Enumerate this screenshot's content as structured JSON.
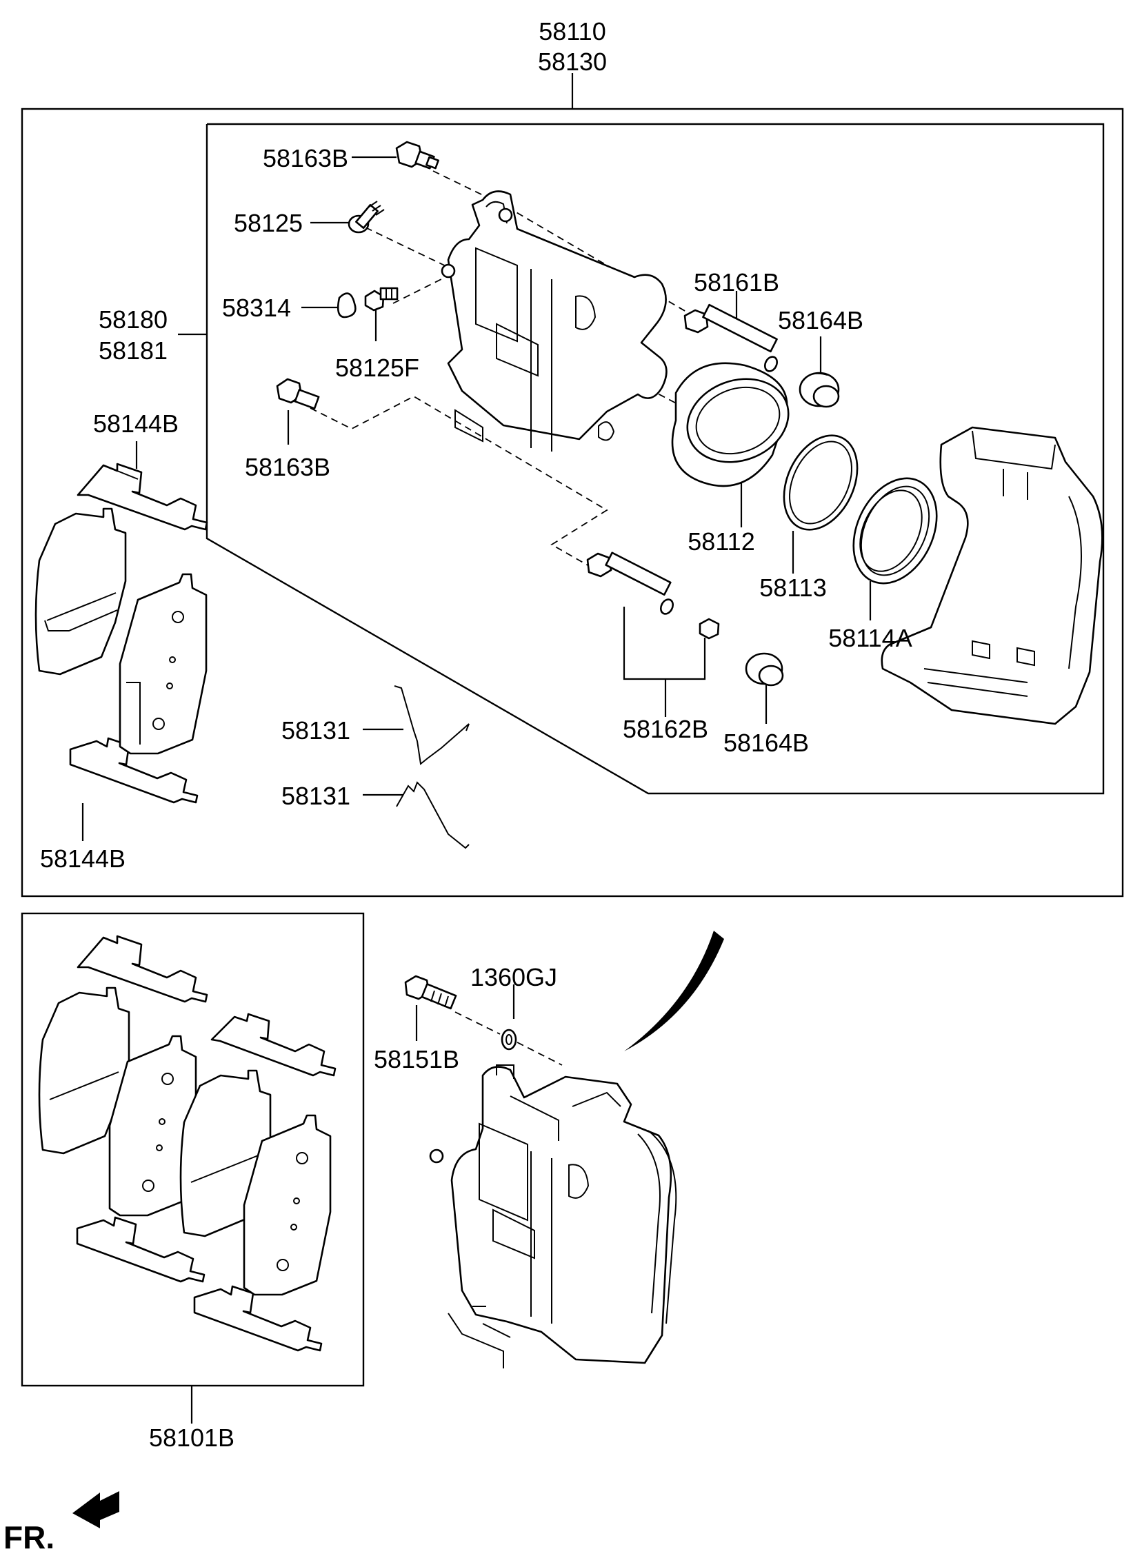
{
  "labels": {
    "assy_front_lh": "58110",
    "assy_front_rh": "58130",
    "caliper_lh": "58180",
    "caliper_rh": "58181",
    "bolt_upper": "58163B",
    "bleeder_screw": "58125",
    "bleeder_cap": "58314",
    "bleeder_fitting": "58125F",
    "bolt_lower": "58163B",
    "guide_pin_upper": "58161B",
    "boot_upper": "58164B",
    "piston": "58112",
    "piston_seal": "58113",
    "piston_boot": "58114A",
    "guide_pin_lower": "58162B",
    "boot_lower": "58164B",
    "clip_upper": "58144B",
    "clip_lower": "58144B",
    "spring_upper": "58131",
    "spring_lower": "58131",
    "pad_kit": "58101B",
    "mounting_bolt": "58151B",
    "washer": "1360GJ",
    "front_marker": "FR."
  }
}
